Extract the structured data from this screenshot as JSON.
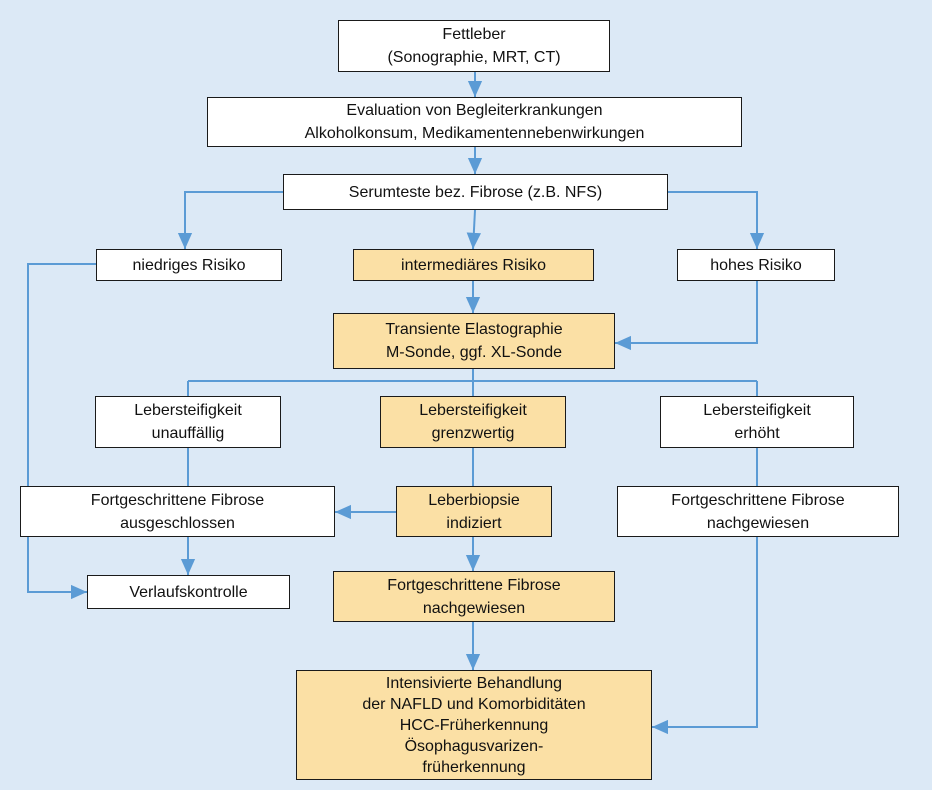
{
  "colors": {
    "background": "#dce9f6",
    "highlight": "#fbe0a5",
    "box": "#ffffff",
    "arrow": "#5b9bd5"
  },
  "nodes": {
    "fettleber": {
      "label": "Fettleber\n(Sonographie, MRT, CT)"
    },
    "evaluation": {
      "label": "Evaluation von Begleiterkrankungen\nAlkoholkonsum, Medikamentennebenwirkungen"
    },
    "serumteste": {
      "label": "Serumteste bez.  Fibrose (z.B. NFS)"
    },
    "niedriges_risiko": {
      "label": "niedriges Risiko"
    },
    "intermediaeres_risiko": {
      "label": "intermediäres Risiko"
    },
    "hohes_risiko": {
      "label": "hohes Risiko"
    },
    "transiente_elastographie": {
      "label": "Transiente Elastographie\nM-Sonde, ggf. XL-Sonde"
    },
    "lebersteifigkeit_unauffaellig": {
      "label": "Lebersteifigkeit\nunauffällig"
    },
    "lebersteifigkeit_grenzwertig": {
      "label": "Lebersteifigkeit\ngrenzwertig"
    },
    "lebersteifigkeit_erhoeht": {
      "label": "Lebersteifigkeit\nerhöht"
    },
    "fibrose_ausgeschlossen": {
      "label": "Fortgeschrittene Fibrose\nausgeschlossen"
    },
    "leberbiopsie": {
      "label": "Leberbiopsie\nindiziert"
    },
    "fibrose_nachgewiesen_rechts": {
      "label": "Fortgeschrittene Fibrose\nnachgewiesen"
    },
    "verlaufskontrolle": {
      "label": "Verlaufskontrolle"
    },
    "fibrose_nachgewiesen_mitte": {
      "label": "Fortgeschrittene Fibrose\nnachgewiesen"
    },
    "behandlung": {
      "label": "Intensivierte Behandlung\nder NAFLD und Komorbiditäten\nHCC-Früherkennung\nÖsophagusvarizen-\nfrüherkennung"
    }
  }
}
